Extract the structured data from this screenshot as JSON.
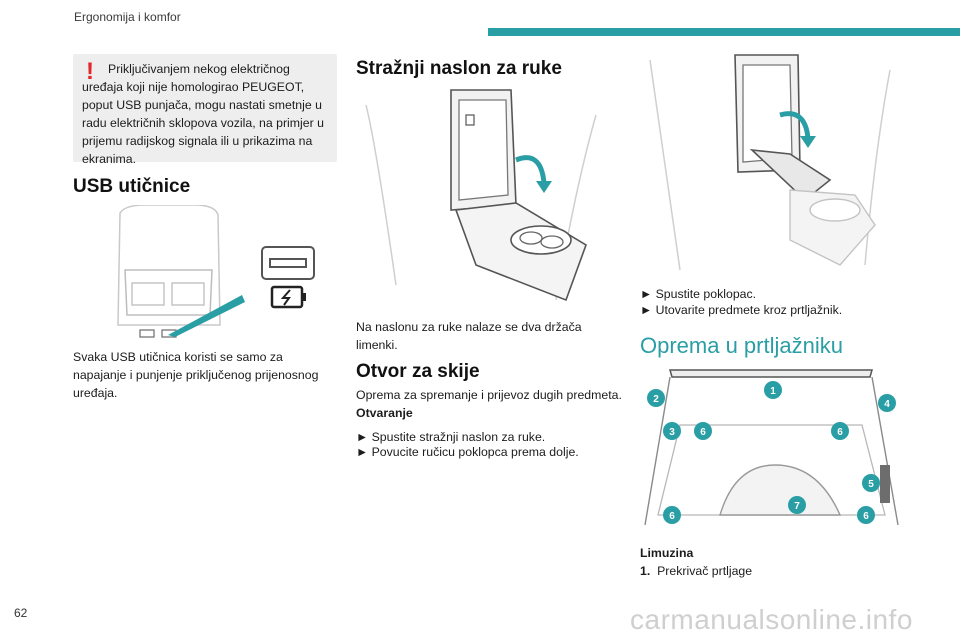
{
  "header": {
    "section_title": "Ergonomija i komfor",
    "accent_color": "#2a9ea5"
  },
  "warning": {
    "icon": "exclamation-warning-icon",
    "icon_color": "#e3262c",
    "text": "Priključivanjem nekog električnog uređaja koji nije homologirao PEUGEOT, poput USB punjača, mogu nastati smetnje u radu električnih sklopova vozila, na primjer u prijemu radijskog signala ili u prikazima na ekranima."
  },
  "usb": {
    "heading": "USB utičnice",
    "body": "Svaka USB utičnica koristi se samo za napajanje i punjenje priključenog prijenosnog uređaja."
  },
  "rear_armrest": {
    "heading": "Stražnji naslon za ruke",
    "body": "Na naslonu za ruke nalaze se dva držača limenki."
  },
  "ski": {
    "heading": "Otvor za skije",
    "body": "Oprema za spremanje i prijevoz dugih predmeta.",
    "subheading": "Otvaranje",
    "steps": [
      "► Spustite stražnji naslon za ruke.",
      "► Povucite ručicu poklopca prema dolje."
    ]
  },
  "ski_cont": {
    "steps": [
      "► Spustite poklopac.",
      "► Utovarite predmete kroz prtljažnik."
    ]
  },
  "trunk": {
    "heading": "Oprema u prtljažniku",
    "callouts": [
      "1",
      "2",
      "3",
      "4",
      "5",
      "6",
      "6",
      "6",
      "6",
      "7"
    ],
    "variant": "Limuzina",
    "item_number": "1.",
    "item_label": "Prekrivač prtljage"
  },
  "footer": {
    "page_number": "62",
    "watermark": "carmanualsonline.info"
  }
}
